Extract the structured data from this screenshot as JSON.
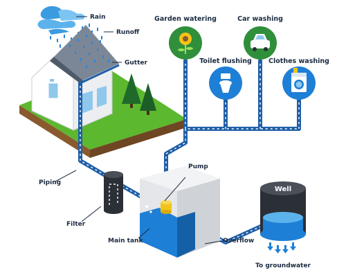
{
  "labels": {
    "rain": "Rain",
    "runoff": "Runoff",
    "gutter": "Gutter",
    "piping": "Piping",
    "filter": "Filter",
    "main_tank": "Main tank",
    "pump": "Pump",
    "overflow": "Overflow",
    "well": "Well",
    "to_groundwater": "To groundwater"
  },
  "uses": [
    {
      "label": "Garden watering",
      "icon": "sunflower-icon"
    },
    {
      "label": "Car washing",
      "icon": "car-icon"
    },
    {
      "label": "Toilet flushing",
      "icon": "toilet-icon"
    },
    {
      "label": "Clothes washing",
      "icon": "washing-machine-icon"
    }
  ],
  "colors": {
    "pipe_blue": "#1f5fa8",
    "water_blue": "#1e7fd6",
    "use_circle_green": "#2f8f3a",
    "use_circle_blue": "#1e7fd6",
    "grass": "#5cb82e",
    "well_dark": "#2b2f36",
    "tank_gray": "#dfe1e4"
  }
}
